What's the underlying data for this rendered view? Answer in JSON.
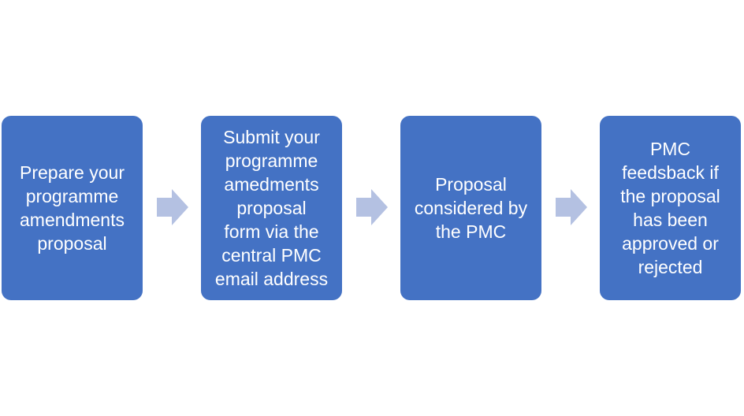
{
  "colors": {
    "box_fill": "#4472c4",
    "arrow_fill": "#b4c1e2",
    "text": "#ffffff"
  },
  "steps": [
    {
      "label": "Prepare your\nprogramme\namendments\nproposal"
    },
    {
      "label": "Submit your\nprogramme\namedments\nproposal\nform via the\ncentral PMC\nemail address"
    },
    {
      "label": "Proposal\nconsidered by\nthe PMC"
    },
    {
      "label": "PMC\nfeedsback if\nthe proposal\nhas been\napproved or\nrejected"
    }
  ],
  "connectors": [
    {
      "icon": "right-arrow-icon"
    },
    {
      "icon": "right-arrow-icon"
    },
    {
      "icon": "right-arrow-icon"
    }
  ]
}
